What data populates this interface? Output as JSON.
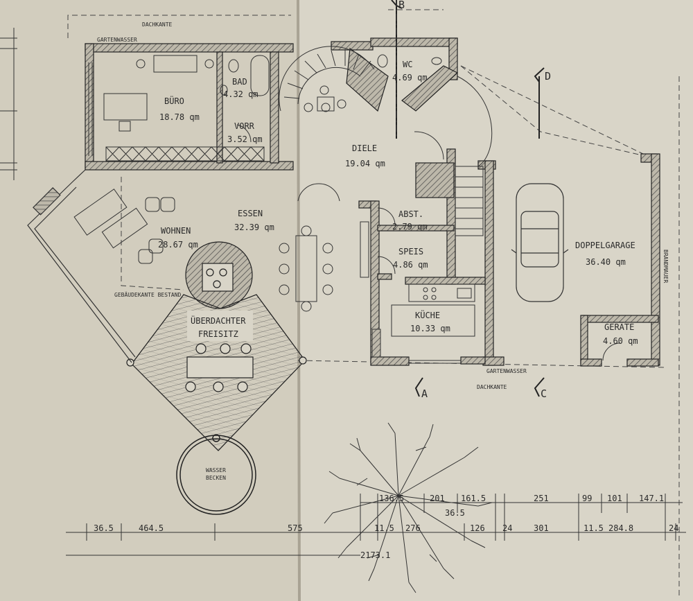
{
  "rooms": {
    "buero": {
      "name": "BÜRO",
      "area": "18.78 qm"
    },
    "bad": {
      "name": "BAD",
      "area": "4.32 qm"
    },
    "vorr": {
      "name": "VORR",
      "area": "3.52 qm"
    },
    "wc": {
      "name": "WC",
      "area": "4.69 qm"
    },
    "diele": {
      "name": "DIELE",
      "area": "19.04 qm"
    },
    "essen": {
      "name": "ESSEN",
      "area": "32.39 qm"
    },
    "wohnen": {
      "name": "WOHNEN",
      "area": "28.67 qm"
    },
    "abst": {
      "name": "ABST.",
      "area": "2.79 qm"
    },
    "speis": {
      "name": "SPEIS",
      "area": "4.86 qm"
    },
    "kueche": {
      "name": "KÜCHE",
      "area": "10.33 qm"
    },
    "garage": {
      "name": "DOPPELGARAGE",
      "area": "36.40 qm"
    },
    "geraete": {
      "name": "GERÄTE",
      "area": "4.60 qm"
    },
    "freisitz": {
      "line1": "ÜBERDACHTER",
      "line2": "FREISITZ"
    },
    "wasserbecken": {
      "line1": "WASSER",
      "line2": "BECKEN"
    }
  },
  "notes": {
    "dachkante_top": "DACHKANTE",
    "dachkante_bottom": "DACHKANTE",
    "gartenwasser_top": "GARTENWASSER",
    "gartenwasser_bottom": "GARTENWASSER",
    "gebaeudekante": "GEBÄUDEKANTE BESTAND",
    "brandmauer": "BRANDMAUER"
  },
  "sections": {
    "a": "A",
    "b": "B",
    "c": "C",
    "d": "D"
  },
  "dimensions": {
    "upper": [
      "136.5",
      "201",
      "161.5",
      "251",
      "99",
      "101",
      "147.1"
    ],
    "upper_extra": "36.5",
    "lower": [
      "36.5",
      "464.5",
      "575",
      "11.5",
      "276",
      "126",
      "24",
      "301",
      "11.5",
      "284.8",
      "24"
    ],
    "total": "2173.1"
  },
  "colors": {
    "paper": "#d9d5c8",
    "ink": "#2b2b2b",
    "hatch": "#6b6b6b"
  }
}
